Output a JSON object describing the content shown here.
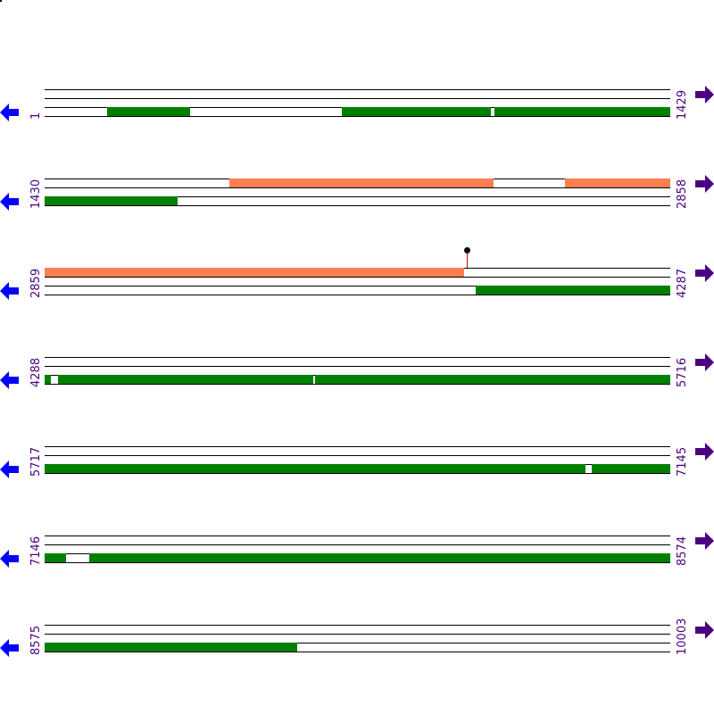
{
  "diagram": {
    "type": "sequence-map",
    "track_x_start": 50,
    "track_x_end": 751,
    "colors": {
      "strand_line": "#000000",
      "feature_green": "#008000",
      "feature_orange": "#ff7f50",
      "label": "#4b0082",
      "arrow_left": "#0000ff",
      "arrow_right": "#4b0082",
      "pin_stem": "#cc0000",
      "pin_head": "#000000"
    },
    "icons": {
      "left_arrow": "arrow-left-icon",
      "right_arrow": "arrow-right-icon",
      "pin": "pin-marker-icon"
    },
    "rows": [
      {
        "start_label": "1",
        "end_label": "1429"
      },
      {
        "start_label": "1430",
        "end_label": "2858"
      },
      {
        "start_label": "2859",
        "end_label": "4287"
      },
      {
        "start_label": "4288",
        "end_label": "5716"
      },
      {
        "start_label": "5717",
        "end_label": "7145"
      },
      {
        "start_label": "7146",
        "end_label": "8574"
      },
      {
        "start_label": "8575",
        "end_label": "10003"
      }
    ]
  }
}
